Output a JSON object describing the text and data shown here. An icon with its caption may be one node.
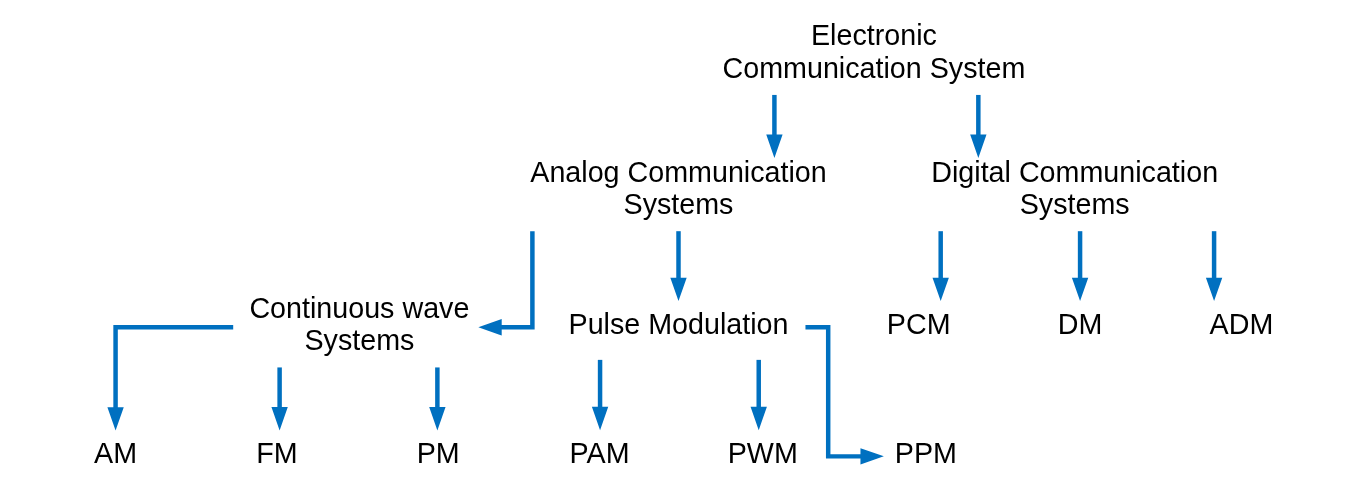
{
  "diagram": {
    "nodes": [
      {
        "text": [
          "Electronic Communication System"
        ]
      },
      {
        "text": [
          "Analog Communication Systems"
        ]
      },
      {
        "text": [
          "Digital Communication Systems"
        ]
      },
      {
        "text": [
          "Continuous wave Systems"
        ]
      },
      {
        "text": [
          "Pulse Modulation"
        ]
      },
      {
        "text": [
          "AM"
        ]
      },
      {
        "text": [
          "FM"
        ]
      },
      {
        "text": [
          "PM"
        ]
      },
      {
        "text": [
          "PAM"
        ]
      },
      {
        "text": [
          "PWM"
        ]
      },
      {
        "text": [
          "PPM"
        ]
      },
      {
        "text": [
          "PCM"
        ]
      },
      {
        "text": [
          "DM"
        ]
      },
      {
        "text": [
          "ADM"
        ]
      }
    ],
    "edges": [
      {
        "from": 0,
        "to": 1,
        "arrow": "to"
      },
      {
        "from": 0,
        "to": 2,
        "arrow": "to"
      },
      {
        "from": 1,
        "to": 3,
        "arrow": "to"
      },
      {
        "from": 1,
        "to": 4,
        "arrow": "to"
      },
      {
        "from": 3,
        "to": 5,
        "arrow": "to"
      },
      {
        "from": 3,
        "to": 6,
        "arrow": "to"
      },
      {
        "from": 3,
        "to": 7,
        "arrow": "to"
      },
      {
        "from": 4,
        "to": 8,
        "arrow": "to"
      },
      {
        "from": 4,
        "to": 9,
        "arrow": "to"
      },
      {
        "from": 4,
        "to": 10,
        "arrow": "to"
      },
      {
        "from": 2,
        "to": 11,
        "arrow": "to"
      },
      {
        "from": 2,
        "to": 12,
        "arrow": "to"
      },
      {
        "from": 2,
        "to": 13,
        "arrow": "to"
      }
    ]
  }
}
